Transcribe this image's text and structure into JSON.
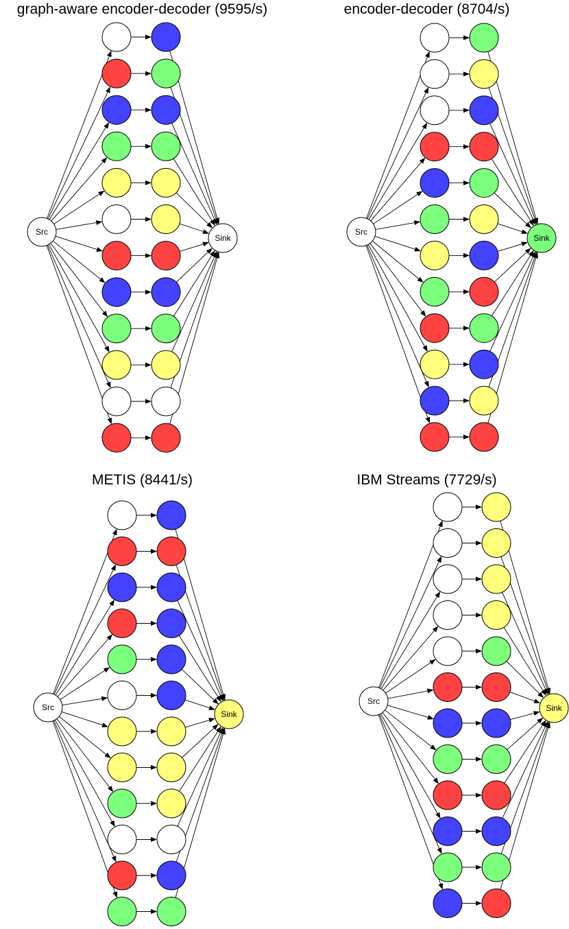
{
  "colors": {
    "white": "#ffffff",
    "red": "#ff4242",
    "blue": "#4242ff",
    "green": "#7cff7c",
    "yellow": "#ffff7c",
    "stroke": "#000000"
  },
  "panels": [
    {
      "title": "graph-aware encoder-decoder (9595/s)",
      "src_label": "Src",
      "sink_label": "Sink",
      "sink_color": "white",
      "encoders": [
        "white",
        "red",
        "blue",
        "green",
        "yellow",
        "white",
        "red",
        "blue",
        "green",
        "yellow",
        "white",
        "red"
      ],
      "decoders": [
        "blue",
        "green",
        "blue",
        "green",
        "yellow",
        "yellow",
        "red",
        "blue",
        "green",
        "yellow",
        "white",
        "red"
      ]
    },
    {
      "title": "encoder-decoder (8704/s)",
      "src_label": "Src",
      "sink_label": "Sink",
      "sink_color": "green",
      "encoders": [
        "white",
        "white",
        "white",
        "red",
        "blue",
        "green",
        "yellow",
        "green",
        "red",
        "yellow",
        "blue",
        "red"
      ],
      "decoders": [
        "green",
        "yellow",
        "blue",
        "red",
        "green",
        "yellow",
        "blue",
        "red",
        "green",
        "blue",
        "yellow",
        "red"
      ]
    },
    {
      "title": "METIS (8441/s)",
      "src_label": "Src",
      "sink_label": "Sink",
      "sink_color": "yellow",
      "encoders": [
        "white",
        "red",
        "blue",
        "red",
        "green",
        "white",
        "yellow",
        "yellow",
        "green",
        "white",
        "red",
        "green"
      ],
      "decoders": [
        "blue",
        "red",
        "blue",
        "blue",
        "blue",
        "blue",
        "yellow",
        "yellow",
        "yellow",
        "white",
        "blue",
        "green"
      ]
    },
    {
      "title": "IBM Streams (7729/s)",
      "src_label": "Src",
      "sink_label": "Sink",
      "sink_color": "yellow",
      "encoders": [
        "white",
        "white",
        "white",
        "white",
        "white",
        "red",
        "blue",
        "green",
        "red",
        "blue",
        "green",
        "blue"
      ],
      "decoders": [
        "yellow",
        "yellow",
        "yellow",
        "yellow",
        "green",
        "red",
        "blue",
        "green",
        "red",
        "blue",
        "green",
        "red"
      ]
    }
  ]
}
